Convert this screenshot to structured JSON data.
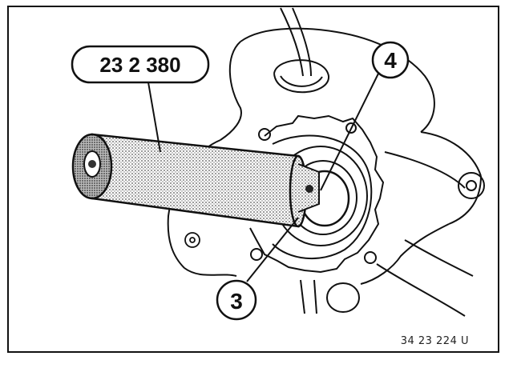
{
  "figure": {
    "tool_label": "23 2 380",
    "callout_4": "4",
    "callout_3": "3",
    "figure_code": "34 23 224 U"
  }
}
